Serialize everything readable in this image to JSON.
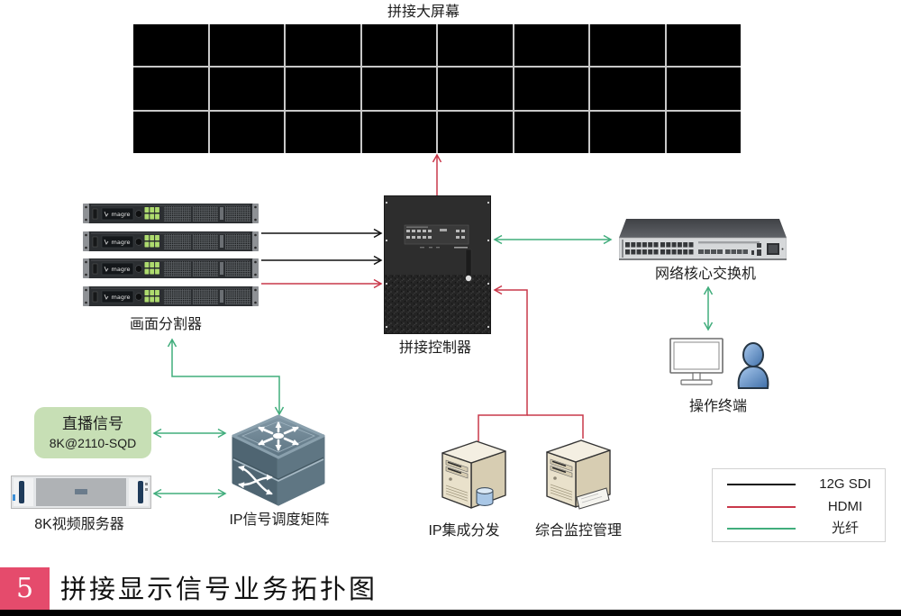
{
  "wall": {
    "title": "拼接大屏幕",
    "rows": 3,
    "columns": 8
  },
  "devices": {
    "splitter": {
      "label": "画面分割器",
      "unit_count": 4,
      "brand": "magre"
    },
    "controller": {
      "label": "拼接控制器"
    },
    "core_switch": {
      "label": "网络核心交换机"
    },
    "operator_terminal": {
      "label": "操作终端"
    },
    "live_signal": {
      "title": "直播信号",
      "format": "8K@2110-SQD"
    },
    "video_server": {
      "label": "8K视频服务器"
    },
    "ip_matrix": {
      "label": "IP信号调度矩阵"
    },
    "ip_distribution": {
      "label": "IP集成分发"
    },
    "monitoring": {
      "label": "综合监控管理"
    }
  },
  "links": [
    {
      "from": "splitter",
      "to": "controller",
      "type": "sdi",
      "direction": "forward"
    },
    {
      "from": "splitter",
      "to": "controller",
      "type": "sdi",
      "direction": "forward"
    },
    {
      "from": "splitter",
      "to": "controller",
      "type": "hdmi",
      "direction": "forward"
    },
    {
      "from": "controller",
      "to": "wall",
      "type": "hdmi",
      "direction": "forward"
    },
    {
      "from": "controller",
      "to": "core_switch",
      "type": "fiber",
      "direction": "bidirectional"
    },
    {
      "from": "core_switch",
      "to": "operator_terminal",
      "type": "fiber",
      "direction": "bidirectional"
    },
    {
      "from": "ip_distribution",
      "to": "controller",
      "type": "hdmi",
      "direction": "forward"
    },
    {
      "from": "monitoring",
      "to": "controller",
      "type": "hdmi",
      "direction": "forward"
    },
    {
      "from": "ip_matrix",
      "to": "splitter",
      "type": "fiber",
      "direction": "bidirectional"
    },
    {
      "from": "live_signal",
      "to": "ip_matrix",
      "type": "fiber",
      "direction": "bidirectional"
    },
    {
      "from": "video_server",
      "to": "ip_matrix",
      "type": "fiber",
      "direction": "bidirectional"
    }
  ],
  "legend": [
    {
      "type": "sdi",
      "label": "12G SDI"
    },
    {
      "type": "hdmi",
      "label": "HDMI"
    },
    {
      "type": "fiber",
      "label": "光纤"
    }
  ],
  "colors": {
    "sdi": "#111111",
    "hdmi": "#c9384a",
    "fiber": "#41ad7c",
    "caption_badge": "#e54b6c",
    "live_signal_box": "#c7dfb5"
  },
  "caption": {
    "number": "5",
    "text": "拼接显示信号业务拓扑图"
  }
}
